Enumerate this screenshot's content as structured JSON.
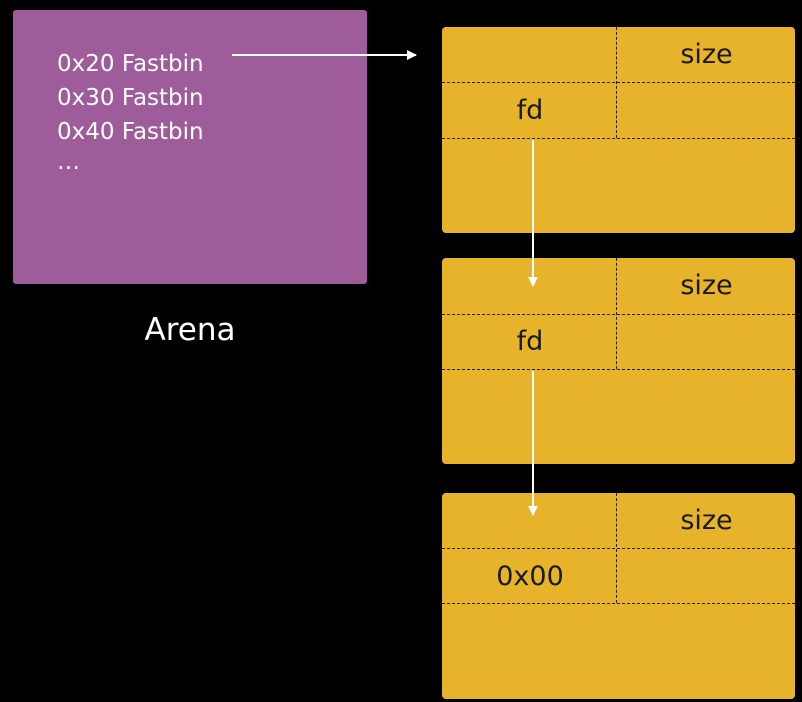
{
  "arena": {
    "bins": [
      "0x20 Fastbin",
      "0x30 Fastbin",
      "0x40 Fastbin",
      "…"
    ],
    "label": "Arena"
  },
  "chunks": [
    {
      "size_label": "size",
      "fd_label": "fd"
    },
    {
      "size_label": "size",
      "fd_label": "fd"
    },
    {
      "size_label": "size",
      "fd_label": "0x00"
    }
  ],
  "colors": {
    "background": "#000000",
    "arena": "#9e5c9b",
    "chunk": "#e6b32a",
    "arrow": "#ffffff"
  }
}
